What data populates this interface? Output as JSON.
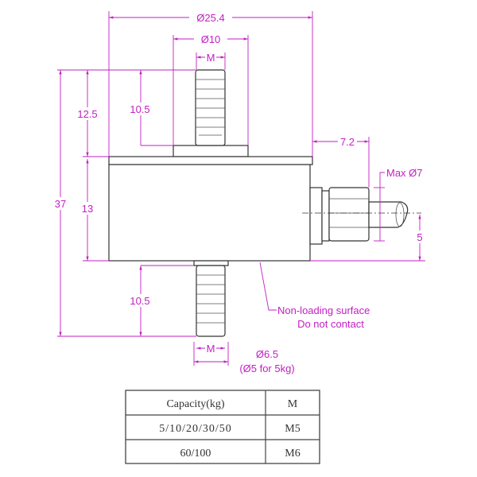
{
  "dimensions": {
    "outer_diameter": "Ø25.4",
    "collar_diameter": "Ø10",
    "thread_top": "M",
    "thread_bottom": "M",
    "total_height": "37",
    "top_height": "12.5",
    "body_height": "13",
    "top_thread_length": "10.5",
    "bottom_thread_length": "10.5",
    "gland_length": "7.2",
    "cable_max": "Max Ø7",
    "cable_offset": "5",
    "bottom_diameter": "Ø6.5",
    "bottom_diameter_note": "(Ø5 for 5kg)"
  },
  "note": {
    "line1": "Non-loading surface",
    "line2": "Do not contact"
  },
  "table": {
    "headers": [
      "Capacity(kg)",
      "M"
    ],
    "rows": [
      [
        "5/10/20/30/50",
        "M5"
      ],
      [
        "60/100",
        "M6"
      ]
    ]
  },
  "colors": {
    "dimension": "#c21fc2",
    "outline": "#333333"
  }
}
